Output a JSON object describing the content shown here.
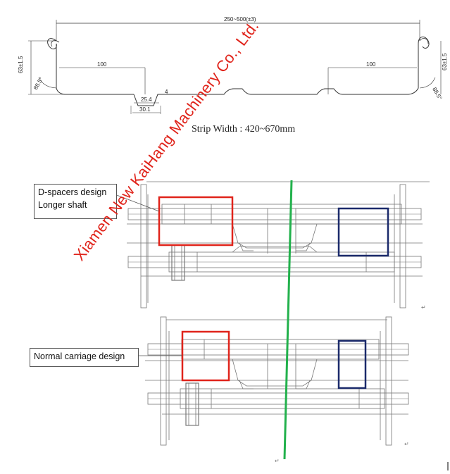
{
  "profile": {
    "overall_width_label": "250~500(±3)",
    "height_label_left": "63±1.5",
    "height_label_right": "63±1.5",
    "angle_label_left": "88.5°",
    "angle_label_right": "88.5°",
    "flat_left_label": "100",
    "flat_right_label": "100",
    "rib_top_label": "25.4",
    "rib_bottom_label": "30.1",
    "rib_depth_label": "4"
  },
  "strip_width_text": "Strip Width : 420~670mm",
  "callouts": {
    "top": [
      "D-spacers design",
      "Longer shaft"
    ],
    "bottom": [
      "Normal carriage design"
    ]
  },
  "watermark": "Xiamen New KaiHang Machinery Co., Ltd.",
  "colors": {
    "highlight_red": "#e0241b",
    "highlight_navy": "#1b2a6b",
    "centerline_green": "#22b14c",
    "drawing_gray": "#777777"
  }
}
